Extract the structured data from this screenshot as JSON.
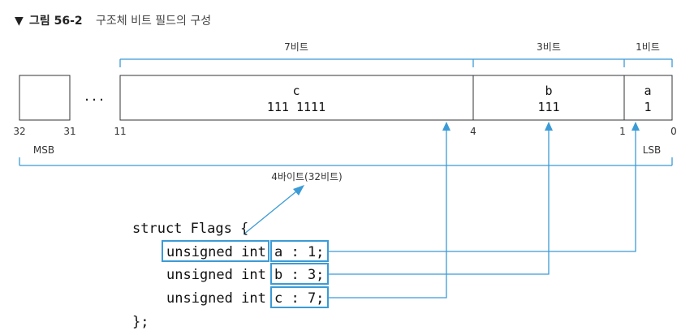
{
  "caption": {
    "marker": "▼",
    "figure_no": "그림 56-2",
    "title": "구조체 비트 필드의 구성"
  },
  "widths": {
    "c": "7비트",
    "b": "3비트",
    "a": "1비트"
  },
  "ellipsis": "...",
  "fields": {
    "c": {
      "name": "c",
      "value": "111 1111"
    },
    "b": {
      "name": "b",
      "value": "111"
    },
    "a": {
      "name": "a",
      "value": "1"
    }
  },
  "bit_indices": {
    "b32": "32",
    "b31": "31",
    "b11": "11",
    "b4": "4",
    "b1": "1",
    "b0": "0"
  },
  "msb": "MSB",
  "lsb": "LSB",
  "total": "4바이트(32비트)",
  "code": {
    "open": "struct Flags {",
    "type1": "unsigned int",
    "decl1": "a : 1;",
    "type2": "unsigned int",
    "decl2": "b : 3;",
    "type3": "unsigned int",
    "decl3": "c : 7;",
    "close": "};"
  }
}
